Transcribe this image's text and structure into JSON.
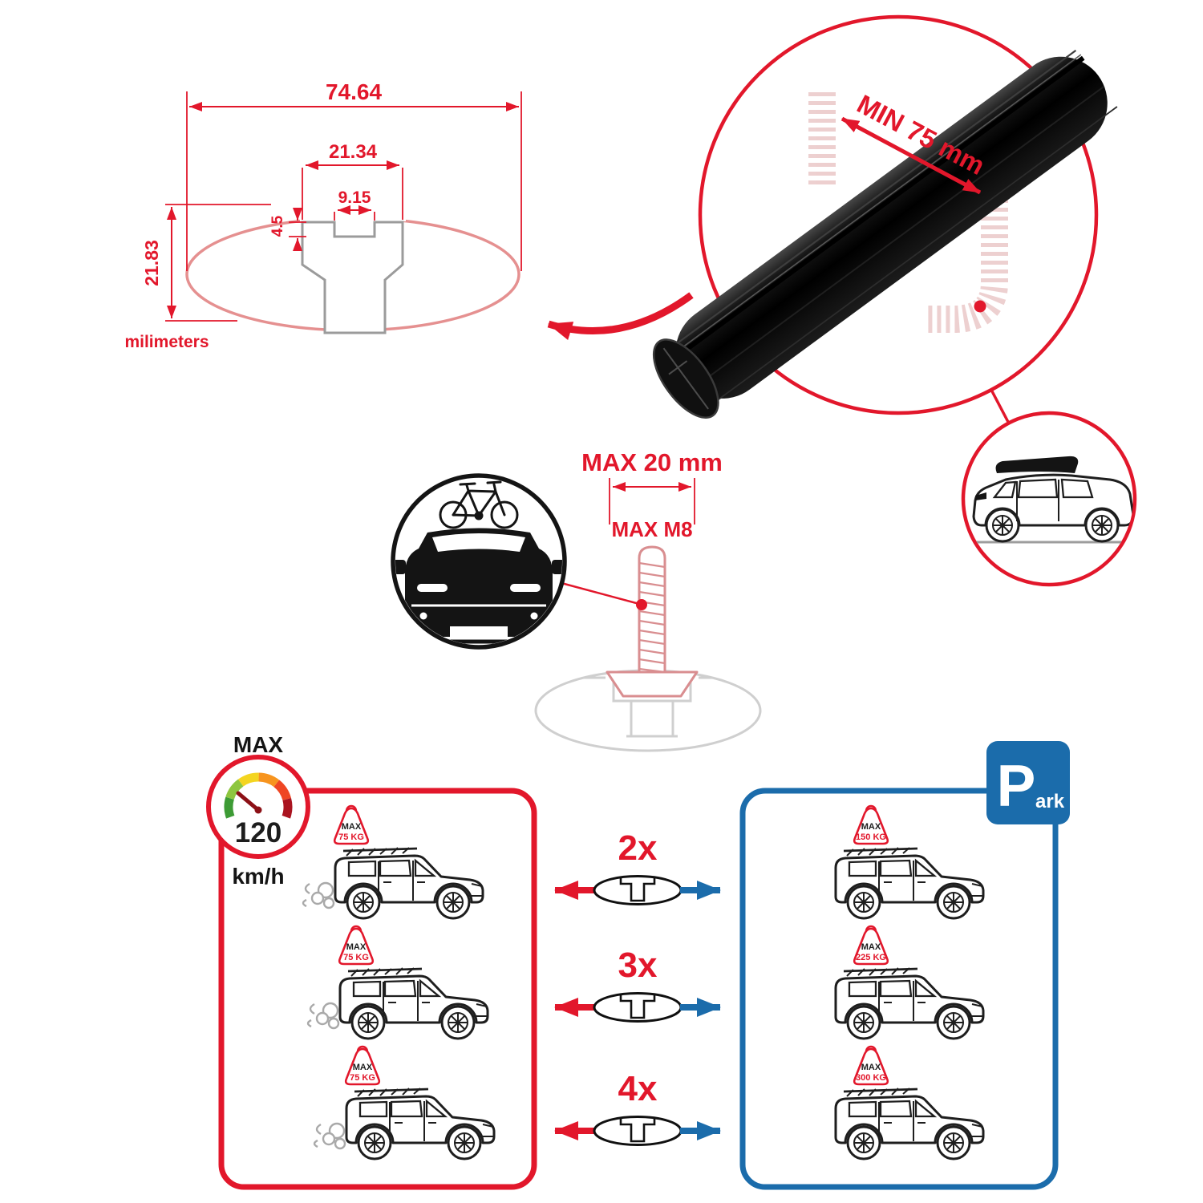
{
  "colors": {
    "red": "#e2172b",
    "blue": "#1b6cab"
  },
  "cross_section": {
    "total_width": "74.64",
    "channel_width": "21.34",
    "slot_width": "9.15",
    "slot_depth": "4.5",
    "profile_height": "21.83",
    "units_label": "milimeters"
  },
  "crossbar": {
    "min_span": "MIN 75 mm"
  },
  "t_bolt": {
    "max_width": "MAX 20 mm",
    "max_thread": "MAX M8"
  },
  "speedometer": {
    "label": "MAX",
    "value": "120",
    "unit": "km/h"
  },
  "parking_sign": {
    "letter": "P",
    "suffix": "ark"
  },
  "driving_panel": {
    "cars": [
      {
        "max": "MAX",
        "load": "75 KG"
      },
      {
        "max": "MAX",
        "load": "75 KG"
      },
      {
        "max": "MAX",
        "load": "75 KG"
      }
    ]
  },
  "parking_panel": {
    "cars": [
      {
        "max": "MAX",
        "load": "150 KG"
      },
      {
        "max": "MAX",
        "load": "225 KG"
      },
      {
        "max": "MAX",
        "load": "300 KG"
      }
    ]
  },
  "bar_quantities": [
    "2x",
    "3x",
    "4x"
  ]
}
